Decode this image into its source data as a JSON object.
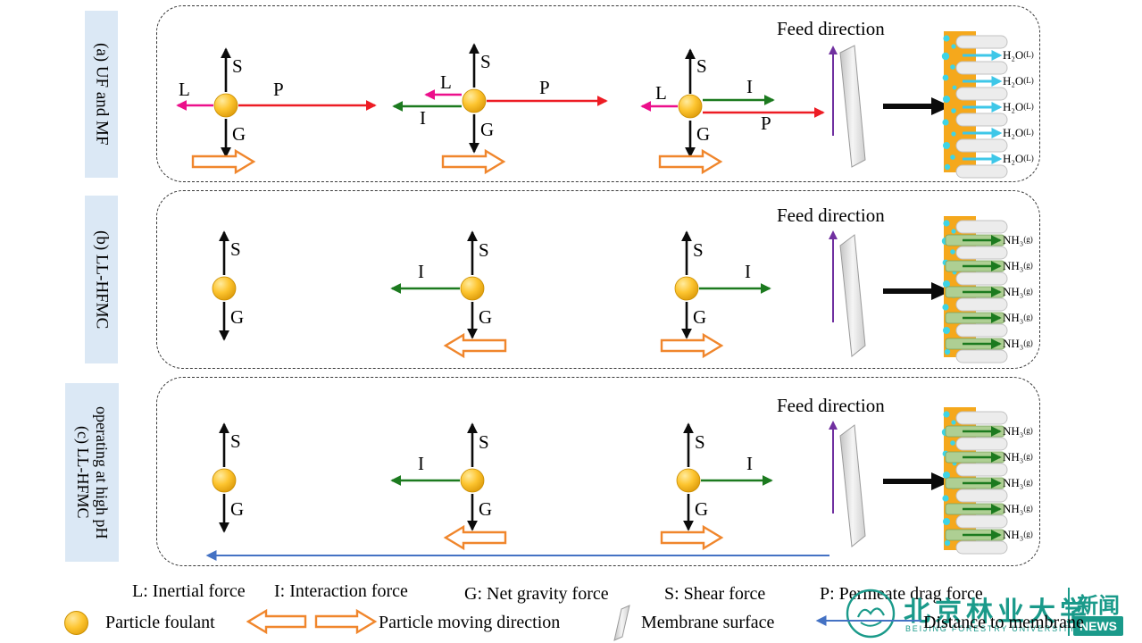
{
  "figure": {
    "force_labels": {
      "S": "S",
      "G": "G",
      "L": "L",
      "P": "P",
      "I": "I"
    },
    "panels": [
      {
        "id": "a",
        "side_label": "(a) UF and MF",
        "feed_direction": "Feed direction",
        "permeate": {
          "formula": "H₂O",
          "phase": "(L)"
        }
      },
      {
        "id": "b",
        "side_label": "(b) LL-HFMC",
        "feed_direction": "Feed direction",
        "permeate": {
          "formula": "NH₃",
          "phase": "(g)"
        }
      },
      {
        "id": "c",
        "side_label_line1": "(c) LL-HFMC",
        "side_label_line2": "operating at high pH",
        "feed_direction": "Feed direction",
        "permeate": {
          "formula": "NH₃",
          "phase": "(g)"
        }
      }
    ],
    "legend": {
      "force_definitions": [
        "L: Inertial force",
        "I: Interaction force",
        "G: Net gravity force",
        "S: Shear force",
        "P: Permeate drag force"
      ],
      "particle_foulant": "Particle foulant",
      "particle_moving_direction": "Particle moving  direction",
      "membrane_surface": "Membrane surface",
      "distance_to_membrane": "Distance to membrane"
    },
    "colors": {
      "shear_gravity_arrow": "#0b0b0b",
      "inertial_arrow": "#ec0f8b",
      "permeate_drag_arrow": "#ed1c24",
      "interaction_arrow": "#1c7a1f",
      "feed_direction_arrow": "#7030a0",
      "particle_moving_arrow": "#f0862c",
      "distance_arrow": "#4472c4",
      "particle_fill": "#fdc530",
      "membrane_matrix": "#f5a81c",
      "membrane_pores": "#3ec7e8",
      "panel_label_bg": "#dbe8f5",
      "logo_teal": "#1a9a8a"
    }
  },
  "watermark": {
    "university_cn": "北京林业大学",
    "university_en": "BEIJING FORESTRY UNIVERSITY",
    "news_cn": "新闻",
    "news_en": "NEWS"
  }
}
